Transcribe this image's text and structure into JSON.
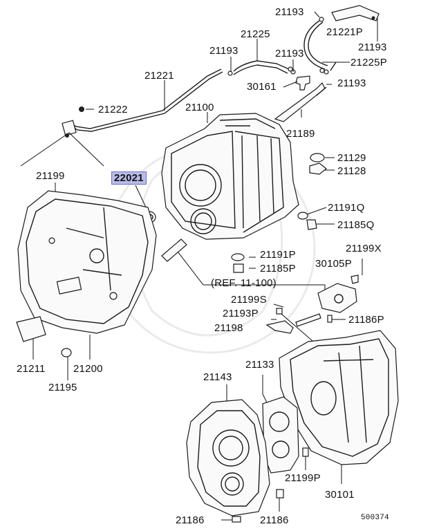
{
  "diagram": {
    "highlight_part": "22021",
    "document_number": "500374",
    "reference_label": "(REF. 11-100)",
    "parts": {
      "p21193_a": "21193",
      "p21221P": "21221P",
      "p21193_b": "21193",
      "p21225": "21225",
      "p21193_c": "21193",
      "p21193_d": "21193",
      "p21225P": "21225P",
      "p21221": "21221",
      "p30161": "30161",
      "p21193_e": "21193",
      "p21222": "21222",
      "p21100": "21100",
      "p21189": "21189",
      "p21129": "21129",
      "p21199": "21199",
      "p22021": "22021",
      "p21128": "21128",
      "p21191Q": "21191Q",
      "p21185Q": "21185Q",
      "p21191P": "21191P",
      "p21185P": "21185P",
      "p21199X": "21199X",
      "p30105P": "30105P",
      "p21199S": "21199S",
      "p21193P": "21193P",
      "p21186P": "21186P",
      "p21198": "21198",
      "p21211": "21211",
      "p21200": "21200",
      "p21133": "21133",
      "p21195": "21195",
      "p21143": "21143",
      "p21199P": "21199P",
      "p30101": "30101",
      "p21186_a": "21186",
      "p21186_b": "21186"
    }
  }
}
